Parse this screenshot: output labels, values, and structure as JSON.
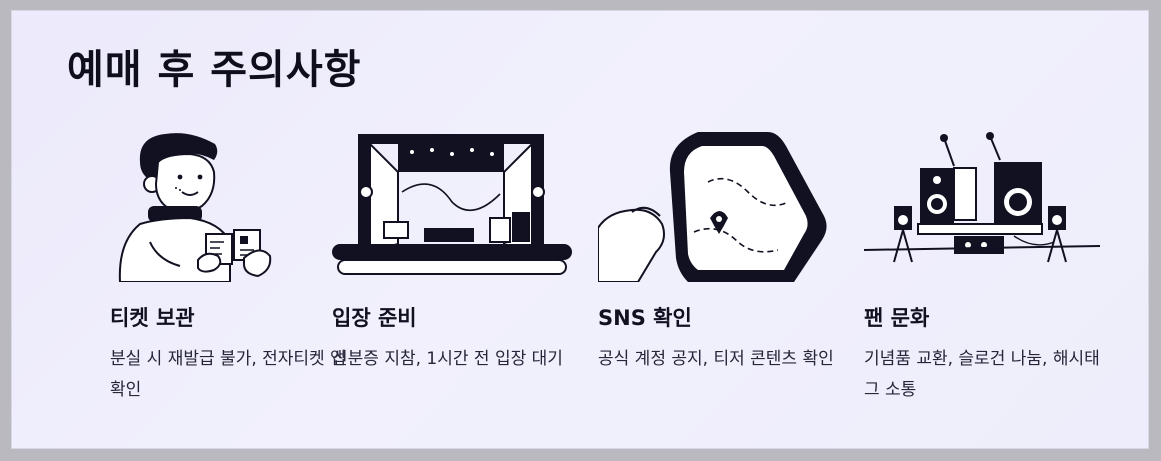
{
  "page": {
    "title": "예매 후 주의사항"
  },
  "cards": [
    {
      "title": "티켓 보관",
      "description": "분실 시 재발급 불가, 전자티켓 앱 확인",
      "icon": "person-holding-tickets-icon"
    },
    {
      "title": "입장 준비",
      "description": "신분증 지참, 1시간 전 입장 대기",
      "icon": "concert-stage-icon"
    },
    {
      "title": "SNS 확인",
      "description": "공식 계정 공지, 티저 콘텐츠 확인",
      "icon": "smartphone-map-icon"
    },
    {
      "title": "팬 문화",
      "description": "기념품 교환, 슬로건 나눔, 해시태그 소통",
      "icon": "speakers-stage-icon"
    }
  ],
  "colors": {
    "background": "#eeedfb",
    "ink": "#111122",
    "text": "#26263a"
  }
}
